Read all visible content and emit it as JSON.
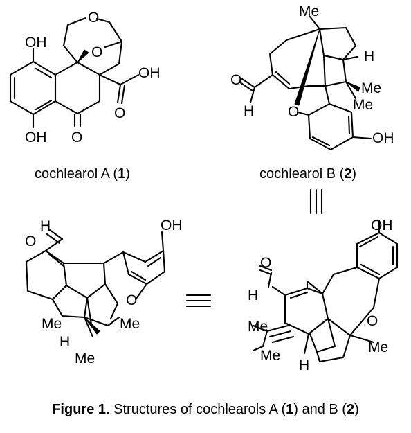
{
  "compounds": {
    "a": {
      "name": "cochlearol A (",
      "num": "1",
      "close": ")"
    },
    "b": {
      "name": "cochlearol B (",
      "num": "2",
      "close": ")"
    }
  },
  "atoms": {
    "oh": "OH",
    "o": "O",
    "h": "H",
    "me": "Me"
  },
  "equiv": "≡",
  "caption": {
    "label": "Figure 1.",
    "t1": " Structures of cochlearols A (",
    "n1": "1",
    "t2": ") and B (",
    "n2": "2",
    "t3": ")"
  }
}
